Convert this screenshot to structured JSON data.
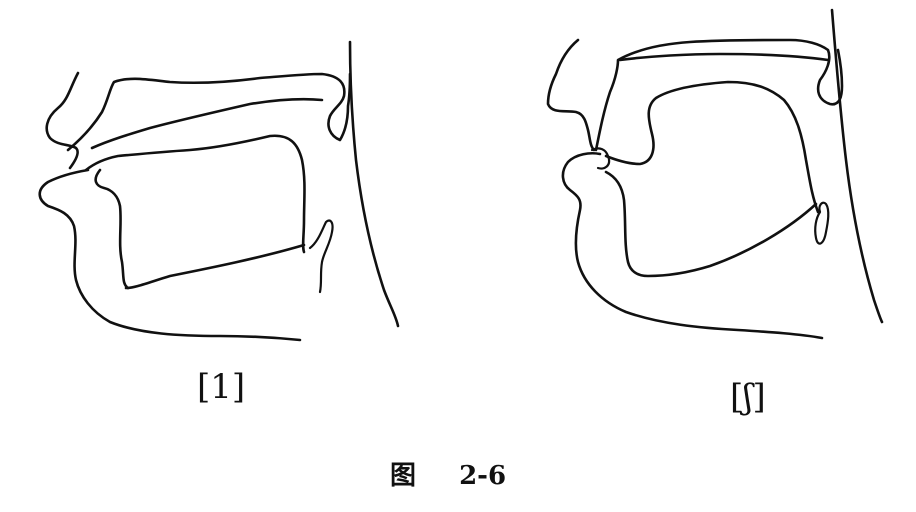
{
  "diagrams": [
    {
      "label": "[1]"
    },
    {
      "label": "[ʃ]"
    }
  ],
  "caption": {
    "prefix": "图",
    "number": "2-6"
  }
}
